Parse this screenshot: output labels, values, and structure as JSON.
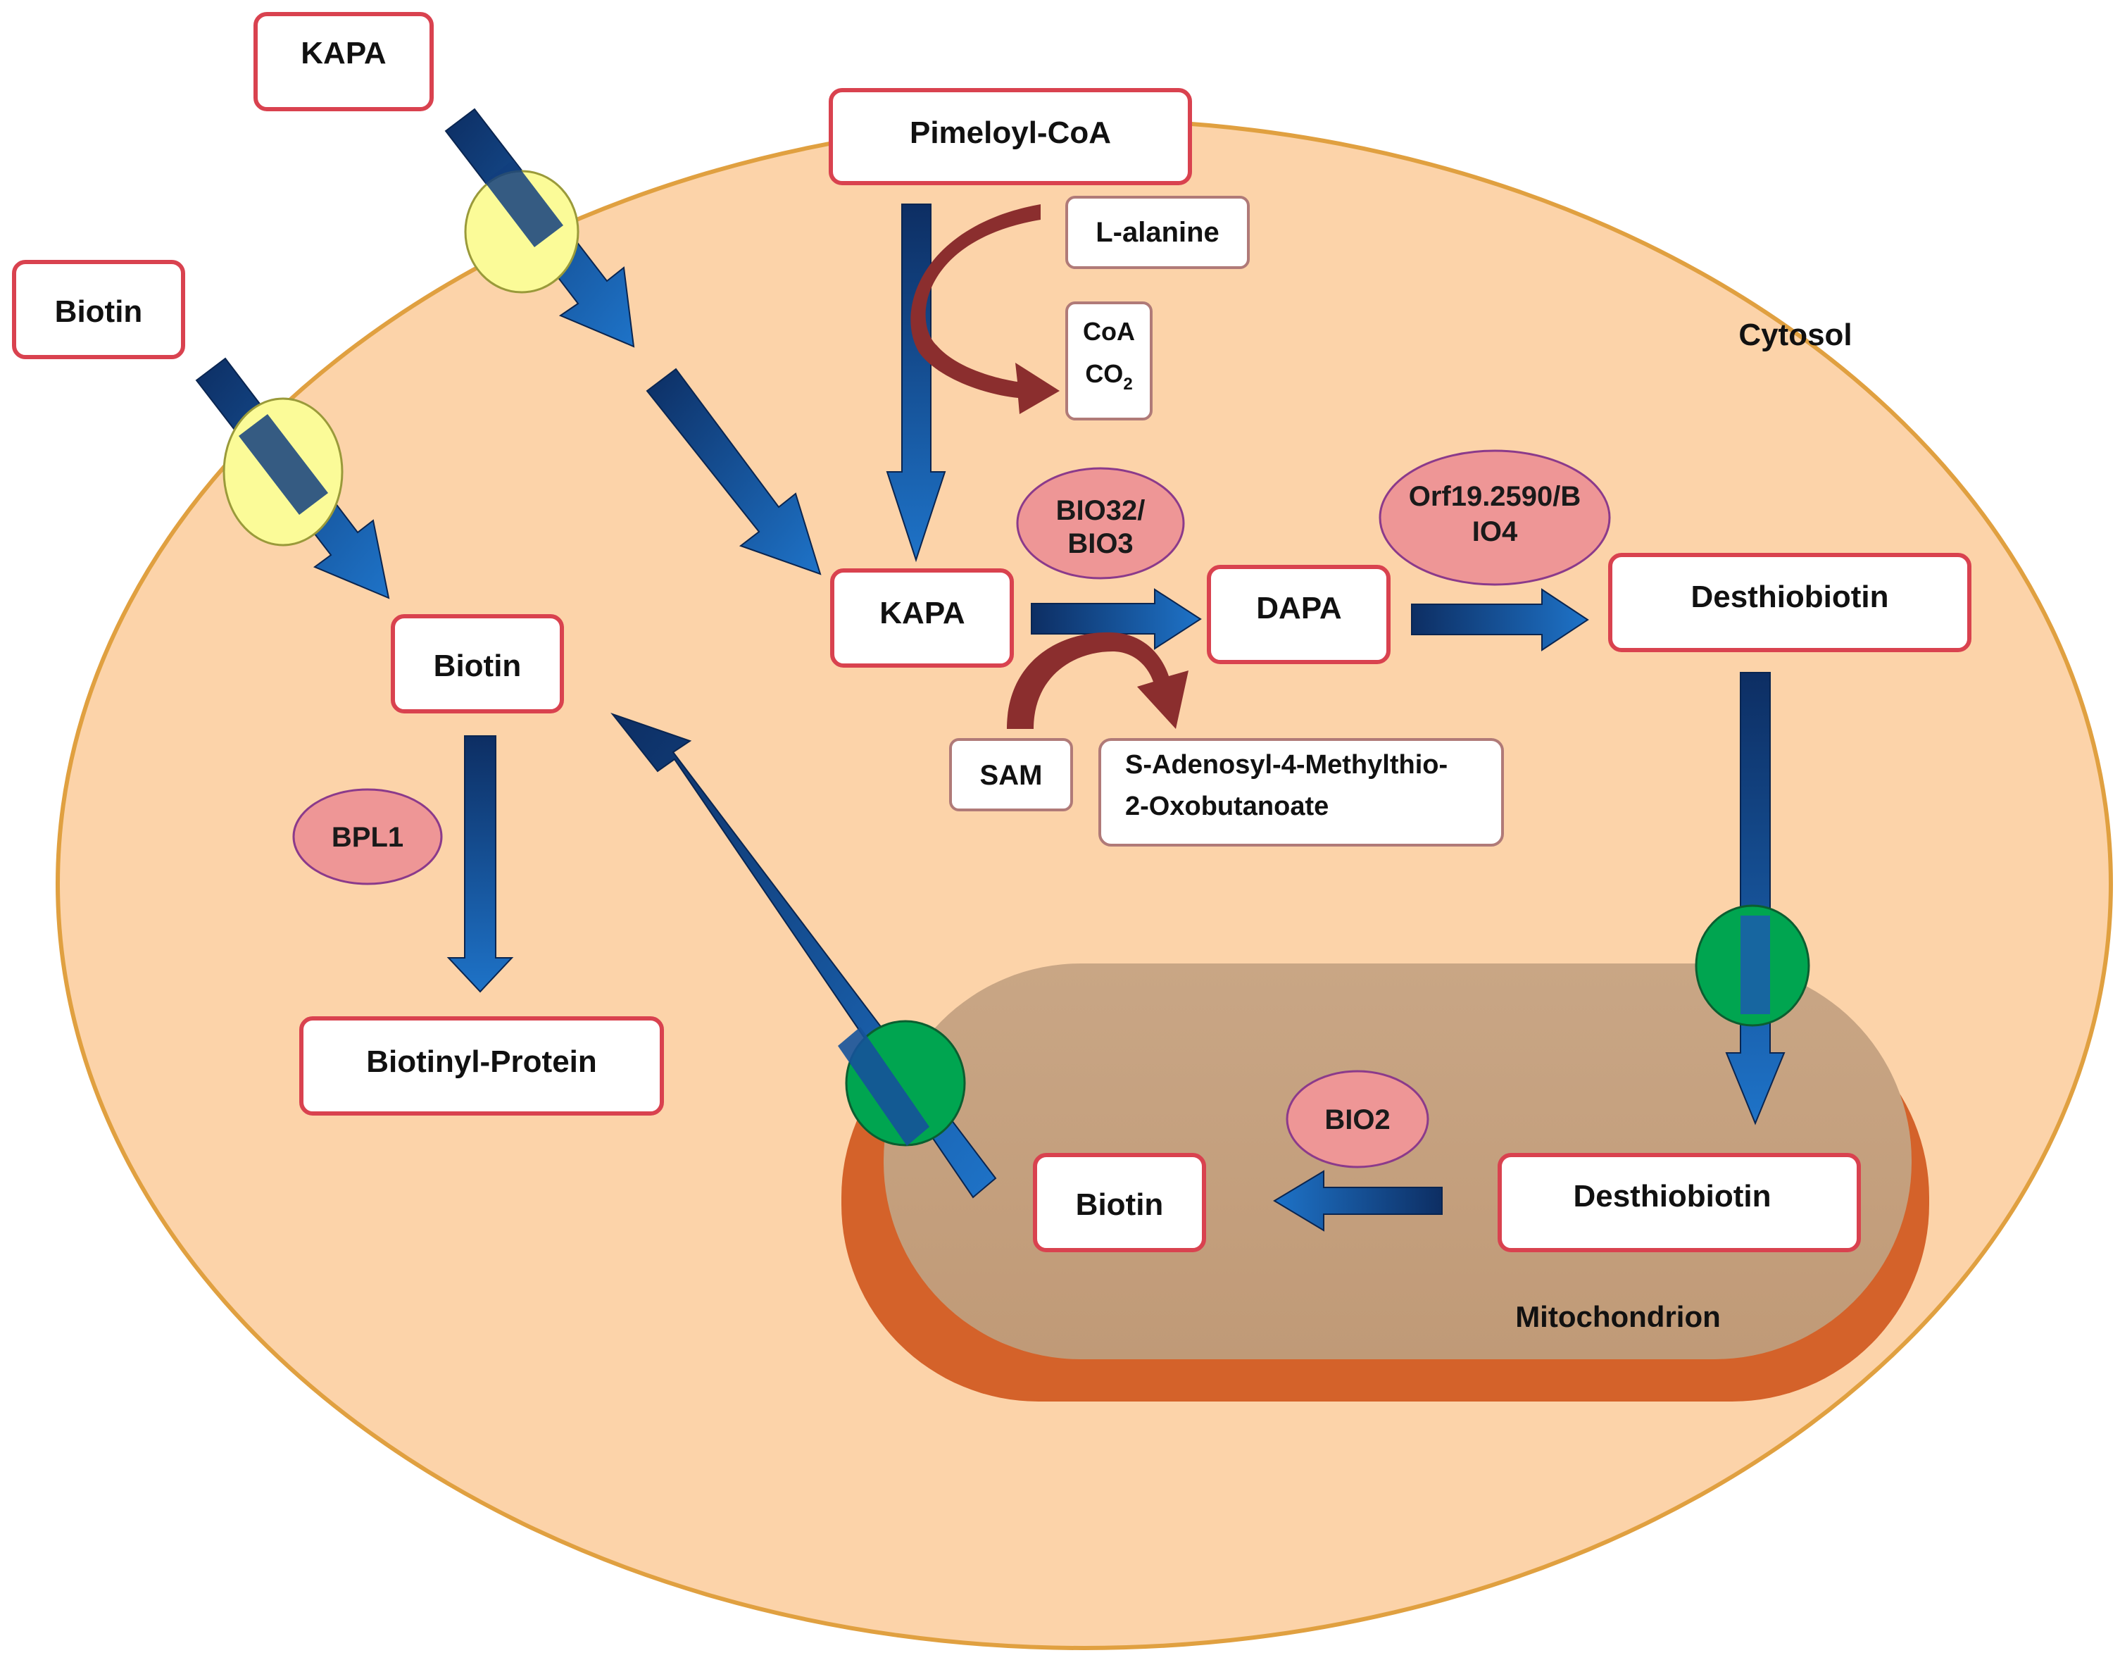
{
  "colors": {
    "cytosol_fill": "#fcd3a9",
    "cytosol_stroke": "#e0a040",
    "mito_fill": "#c8a582",
    "mito_rim": "#d4622a",
    "box_stroke": "#d9424f",
    "small_box_stroke": "#b07a78",
    "enzyme_fill": "#ee9696",
    "enzyme_stroke": "#8b3a8b",
    "arrow_dark": "#0d2e63",
    "arrow_light": "#1e73c8",
    "side_arrow": "#8b2e2e",
    "transporter_yellow": "#fbfb98",
    "transporter_green": "#00a550"
  },
  "regions": {
    "cytosol": "Cytosol",
    "mitochondrion": "Mitochondrion"
  },
  "molecules": {
    "kapa_outside": "KAPA",
    "biotin_outside": "Biotin",
    "pimeloyl_coa": "Pimeloyl-CoA",
    "l_alanine": "L-alanine",
    "coa": "CoA",
    "co2": "CO",
    "co2_subscript": "2",
    "kapa_cytosol": "KAPA",
    "dapa": "DAPA",
    "desthiobiotin_cytosol": "Desthiobiotin",
    "biotin_cytosol": "Biotin",
    "sam": "SAM",
    "s_adenosyl_line1": "S-Adenosyl-4-Methylthio-",
    "s_adenosyl_line2": "2-Oxobutanoate",
    "biotinyl_protein": "Biotinyl-Protein",
    "biotin_mito": "Biotin",
    "desthiobiotin_mito": "Desthiobiotin"
  },
  "enzymes": {
    "bio32_line1": "BIO32/",
    "bio32_line2": "BIO3",
    "orf_line1": "Orf19.2590/B",
    "orf_line2": "IO4",
    "bpl1": "BPL1",
    "bio2": "BIO2"
  },
  "transporters": [
    {
      "name": "kapa-transporter",
      "type": "yellow"
    },
    {
      "name": "biotin-transporter",
      "type": "yellow"
    },
    {
      "name": "desthiobiotin-mito-transporter",
      "type": "green"
    },
    {
      "name": "biotin-mito-exporter",
      "type": "green"
    }
  ]
}
